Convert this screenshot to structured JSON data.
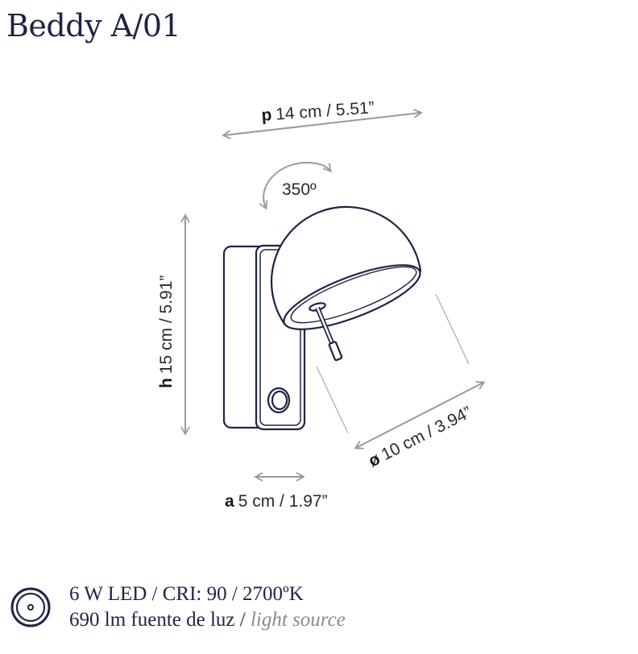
{
  "title": "Beddy A/01",
  "dimensions": {
    "depth": {
      "letter": "p",
      "value": "14 cm / 5.51”"
    },
    "rotation": {
      "value": "350º"
    },
    "height": {
      "letter": "h",
      "value": "15 cm / 5.91”"
    },
    "diameter": {
      "letter": "ø",
      "value": "10 cm / 3.94”"
    },
    "width": {
      "letter": "a",
      "value": "5 cm / 1.97”"
    }
  },
  "specs": {
    "icon": "light-source-icon",
    "line1": "6 W LED / CRI: 90 / 2700ºK",
    "line2_main": "690 lm fuente de luz / ",
    "line2_italic": "light source"
  },
  "colors": {
    "navy": "#1c2545",
    "grey": "#9a9a9a"
  }
}
